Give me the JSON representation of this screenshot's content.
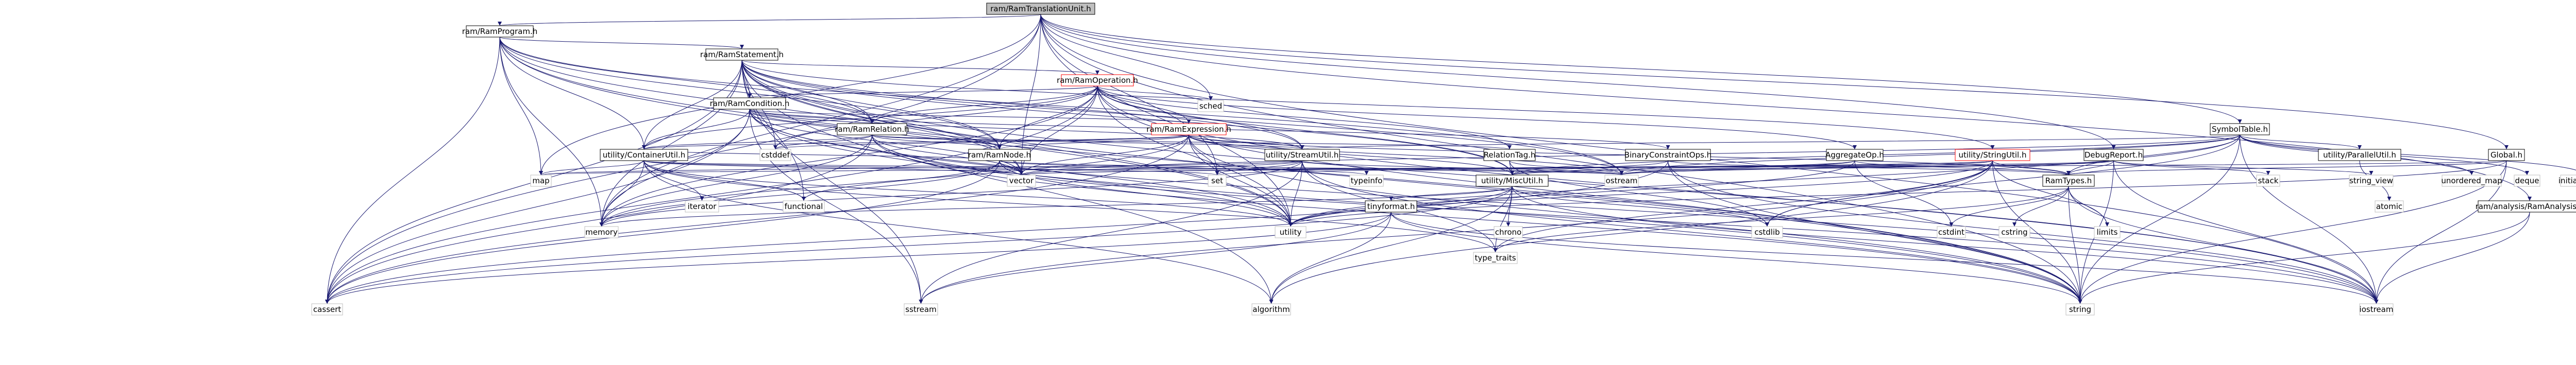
{
  "colors": {
    "edge": "#191970",
    "highlight_fill": "#bfbfbf",
    "truncated_border": "#ff0000",
    "system_border": "#bfbfbf"
  },
  "nodes": [
    {
      "id": "stmtIO",
      "label": "ram/RamTranslationUnit.h",
      "kind": "hl"
    },
    {
      "id": "program",
      "label": "ram/RamProgram.h",
      "kind": "nm"
    },
    {
      "id": "statement",
      "label": "ram/RamStatement.h",
      "kind": "nm"
    },
    {
      "id": "operation",
      "label": "ram/RamOperation.h",
      "kind": "red"
    },
    {
      "id": "condition",
      "label": "ram/RamCondition.h",
      "kind": "nm"
    },
    {
      "id": "expression",
      "label": "ram/RamExpression.h",
      "kind": "red"
    },
    {
      "id": "relation",
      "label": "ram/RamRelation.h",
      "kind": "nm"
    },
    {
      "id": "ramnode",
      "label": "ram/RamNode.h",
      "kind": "nm"
    },
    {
      "id": "container",
      "label": "utility/ContainerUtil.h",
      "kind": "nm"
    },
    {
      "id": "streamutil",
      "label": "utility/StreamUtil.h",
      "kind": "nm"
    },
    {
      "id": "reltag",
      "label": "RelationTag.h",
      "kind": "nm"
    },
    {
      "id": "binop",
      "label": "BinaryConstraintOps.h",
      "kind": "nm"
    },
    {
      "id": "aggop",
      "label": "AggregateOp.h",
      "kind": "nm"
    },
    {
      "id": "stringutil",
      "label": "utility/StringUtil.h",
      "kind": "red"
    },
    {
      "id": "debug",
      "label": "DebugReport.h",
      "kind": "nm"
    },
    {
      "id": "symtab",
      "label": "SymbolTable.h",
      "kind": "nm"
    },
    {
      "id": "parallel",
      "label": "utility/ParallelUtil.h",
      "kind": "nm"
    },
    {
      "id": "global",
      "label": "Global.h",
      "kind": "nm"
    },
    {
      "id": "analysis",
      "label": "ram/analysis/RamAnalysis.h",
      "kind": "nm"
    },
    {
      "id": "miscutil",
      "label": "utility/MiscUtil.h",
      "kind": "nm"
    },
    {
      "id": "ramtypes",
      "label": "RamTypes.h",
      "kind": "nm"
    },
    {
      "id": "tinyformat",
      "label": "tinyformat.h",
      "kind": "nm"
    },
    {
      "id": "cassert",
      "label": "cassert",
      "kind": "ext"
    },
    {
      "id": "memory",
      "label": "memory",
      "kind": "ext"
    },
    {
      "id": "map",
      "label": "map",
      "kind": "ext"
    },
    {
      "id": "iterator",
      "label": "iterator",
      "kind": "ext"
    },
    {
      "id": "functional",
      "label": "functional",
      "kind": "ext"
    },
    {
      "id": "sstream",
      "label": "sstream",
      "kind": "ext"
    },
    {
      "id": "algorithm",
      "label": "algorithm",
      "kind": "ext"
    },
    {
      "id": "vector",
      "label": "vector",
      "kind": "ext"
    },
    {
      "id": "set",
      "label": "set",
      "kind": "ext"
    },
    {
      "id": "utility",
      "label": "utility",
      "kind": "ext"
    },
    {
      "id": "typeinfo",
      "label": "typeinfo",
      "kind": "ext"
    },
    {
      "id": "type_traits",
      "label": "type_traits",
      "kind": "ext"
    },
    {
      "id": "chrono",
      "label": "chrono",
      "kind": "ext"
    },
    {
      "id": "ostream",
      "label": "ostream",
      "kind": "ext"
    },
    {
      "id": "cstdlib",
      "label": "cstdlib",
      "kind": "ext"
    },
    {
      "id": "cstdint",
      "label": "cstdint",
      "kind": "ext"
    },
    {
      "id": "cstring",
      "label": "cstring",
      "kind": "ext"
    },
    {
      "id": "string",
      "label": "string",
      "kind": "ext"
    },
    {
      "id": "limits",
      "label": "limits",
      "kind": "ext"
    },
    {
      "id": "iostream",
      "label": "iostream",
      "kind": "ext"
    },
    {
      "id": "cstddef",
      "label": "cstddef",
      "kind": "ext"
    },
    {
      "id": "stack",
      "label": "stack",
      "kind": "ext"
    },
    {
      "id": "string_view",
      "label": "string_view",
      "kind": "ext"
    },
    {
      "id": "atomic",
      "label": "atomic",
      "kind": "ext"
    },
    {
      "id": "unordered_map",
      "label": "unordered_map",
      "kind": "ext"
    },
    {
      "id": "deque",
      "label": "deque",
      "kind": "ext"
    },
    {
      "id": "initializer_list",
      "label": "initializer_list",
      "kind": "ext"
    },
    {
      "id": "vsched",
      "label": "sched",
      "kind": "ext"
    }
  ],
  "edges": [
    [
      "stmtIO",
      "program"
    ],
    [
      "stmtIO",
      "debug"
    ],
    [
      "stmtIO",
      "symtab"
    ],
    [
      "stmtIO",
      "global"
    ],
    [
      "stmtIO",
      "analysis"
    ],
    [
      "stmtIO",
      "cassert"
    ],
    [
      "stmtIO",
      "memory"
    ],
    [
      "stmtIO",
      "map"
    ],
    [
      "stmtIO",
      "iostream"
    ],
    [
      "stmtIO",
      "string"
    ],
    [
      "stmtIO",
      "vector"
    ],
    [
      "stmtIO",
      "utility"
    ],
    [
      "stmtIO",
      "set"
    ],
    [
      "stmtIO",
      "vsched"
    ],
    [
      "program",
      "statement"
    ],
    [
      "program",
      "relation"
    ],
    [
      "program",
      "ramnode"
    ],
    [
      "program",
      "container"
    ],
    [
      "program",
      "cassert"
    ],
    [
      "program",
      "memory"
    ],
    [
      "program",
      "map"
    ],
    [
      "program",
      "string"
    ],
    [
      "program",
      "utility"
    ],
    [
      "program",
      "vector"
    ],
    [
      "program",
      "ostream"
    ],
    [
      "statement",
      "operation"
    ],
    [
      "statement",
      "condition"
    ],
    [
      "statement",
      "relation"
    ],
    [
      "statement",
      "ramnode"
    ],
    [
      "statement",
      "container"
    ],
    [
      "statement",
      "streamutil"
    ],
    [
      "statement",
      "miscutil"
    ],
    [
      "statement",
      "stringutil"
    ],
    [
      "statement",
      "cassert"
    ],
    [
      "statement",
      "memory"
    ],
    [
      "statement",
      "cstddef"
    ],
    [
      "statement",
      "utility"
    ],
    [
      "statement",
      "vector"
    ],
    [
      "statement",
      "ostream"
    ],
    [
      "statement",
      "string"
    ],
    [
      "statement",
      "functional"
    ],
    [
      "statement",
      "sstream"
    ],
    [
      "statement",
      "algorithm"
    ],
    [
      "statement",
      "iostream"
    ],
    [
      "operation",
      "expression"
    ],
    [
      "operation",
      "condition"
    ],
    [
      "operation",
      "relation"
    ],
    [
      "operation",
      "ramnode"
    ],
    [
      "operation",
      "container"
    ],
    [
      "operation",
      "streamutil"
    ],
    [
      "operation",
      "miscutil"
    ],
    [
      "operation",
      "aggop"
    ],
    [
      "operation",
      "reltag"
    ],
    [
      "operation",
      "cassert"
    ],
    [
      "operation",
      "cstddef"
    ],
    [
      "operation",
      "vector"
    ],
    [
      "operation",
      "iostream"
    ],
    [
      "operation",
      "string"
    ],
    [
      "operation",
      "utility"
    ],
    [
      "operation",
      "memory"
    ],
    [
      "operation",
      "vsched"
    ],
    [
      "condition",
      "expression"
    ],
    [
      "condition",
      "relation"
    ],
    [
      "condition",
      "ramnode"
    ],
    [
      "condition",
      "container"
    ],
    [
      "condition",
      "streamutil"
    ],
    [
      "condition",
      "binop"
    ],
    [
      "condition",
      "cassert"
    ],
    [
      "condition",
      "memory"
    ],
    [
      "condition",
      "sstream"
    ],
    [
      "condition",
      "string"
    ],
    [
      "condition",
      "utility"
    ],
    [
      "condition",
      "vector"
    ],
    [
      "condition",
      "iostream"
    ],
    [
      "expression",
      "ramnode"
    ],
    [
      "expression",
      "container"
    ],
    [
      "expression",
      "streamutil"
    ],
    [
      "expression",
      "miscutil"
    ],
    [
      "expression",
      "ramtypes"
    ],
    [
      "expression",
      "cassert"
    ],
    [
      "expression",
      "cstddef"
    ],
    [
      "expression",
      "memory"
    ],
    [
      "expression",
      "string"
    ],
    [
      "expression",
      "utility"
    ],
    [
      "expression",
      "vector"
    ],
    [
      "expression",
      "ostream"
    ],
    [
      "expression",
      "set"
    ],
    [
      "relation",
      "ramnode"
    ],
    [
      "relation",
      "reltag"
    ],
    [
      "relation",
      "container"
    ],
    [
      "relation",
      "streamutil"
    ],
    [
      "relation",
      "cassert"
    ],
    [
      "relation",
      "cstddef"
    ],
    [
      "relation",
      "memory"
    ],
    [
      "relation",
      "string"
    ],
    [
      "relation",
      "utility"
    ],
    [
      "relation",
      "vector"
    ],
    [
      "relation",
      "iostream"
    ],
    [
      "ramnode",
      "container"
    ],
    [
      "ramnode",
      "functional"
    ],
    [
      "ramnode",
      "memory"
    ],
    [
      "ramnode",
      "typeinfo"
    ],
    [
      "ramnode",
      "vector"
    ],
    [
      "ramnode",
      "cassert"
    ],
    [
      "ramnode",
      "ostream"
    ],
    [
      "ramnode",
      "utility"
    ],
    [
      "container",
      "memory"
    ],
    [
      "container",
      "map"
    ],
    [
      "container",
      "iterator"
    ],
    [
      "container",
      "functional"
    ],
    [
      "container",
      "algorithm"
    ],
    [
      "container",
      "vector"
    ],
    [
      "container",
      "set"
    ],
    [
      "container",
      "utility"
    ],
    [
      "container",
      "type_traits"
    ],
    [
      "container",
      "ostream"
    ],
    [
      "streamutil",
      "ostream"
    ],
    [
      "streamutil",
      "map"
    ],
    [
      "streamutil",
      "set"
    ],
    [
      "streamutil",
      "vector"
    ],
    [
      "streamutil",
      "memory"
    ],
    [
      "streamutil",
      "string"
    ],
    [
      "streamutil",
      "utility"
    ],
    [
      "streamutil",
      "type_traits"
    ],
    [
      "streamutil",
      "sstream"
    ],
    [
      "reltag",
      "miscutil"
    ],
    [
      "reltag",
      "ostream"
    ],
    [
      "reltag",
      "cstdlib"
    ],
    [
      "binop",
      "miscutil"
    ],
    [
      "binop",
      "ramtypes"
    ],
    [
      "binop",
      "iostream"
    ],
    [
      "binop",
      "cassert"
    ],
    [
      "binop",
      "string"
    ],
    [
      "aggop",
      "ramtypes"
    ],
    [
      "aggop",
      "miscutil"
    ],
    [
      "aggop",
      "cstdint"
    ],
    [
      "aggop",
      "ostream"
    ],
    [
      "aggop",
      "utility"
    ],
    [
      "stringutil",
      "ramtypes"
    ],
    [
      "stringutil",
      "algorithm"
    ],
    [
      "stringutil",
      "cstdlib"
    ],
    [
      "stringutil",
      "fstream"
    ],
    [
      "stringutil",
      "limits"
    ],
    [
      "stringutil",
      "sstream"
    ],
    [
      "stringutil",
      "stdexcept"
    ],
    [
      "stringutil",
      "string"
    ],
    [
      "stringutil",
      "type_traits"
    ],
    [
      "stringutil",
      "vector"
    ],
    [
      "stringutil",
      "set"
    ],
    [
      "stringutil",
      "utility"
    ],
    [
      "stringutil",
      "ostream"
    ],
    [
      "miscutil",
      "tinyformat"
    ],
    [
      "miscutil",
      "iostream"
    ],
    [
      "miscutil",
      "chrono"
    ],
    [
      "miscutil",
      "utility"
    ],
    [
      "miscutil",
      "memory"
    ],
    [
      "miscutil",
      "type_traits"
    ],
    [
      "miscutil",
      "cassert"
    ],
    [
      "miscutil",
      "cstdlib"
    ],
    [
      "miscutil",
      "algorithm"
    ],
    [
      "tinyformat",
      "cassert"
    ],
    [
      "tinyformat",
      "iostream"
    ],
    [
      "tinyformat",
      "sstream"
    ],
    [
      "tinyformat",
      "string"
    ],
    [
      "tinyformat",
      "algorithm"
    ],
    [
      "ramtypes",
      "cstdint"
    ],
    [
      "ramtypes",
      "cstring"
    ],
    [
      "ramtypes",
      "iostream"
    ],
    [
      "ramtypes",
      "limits"
    ],
    [
      "ramtypes",
      "type_traits"
    ],
    [
      "ramtypes",
      "string"
    ],
    [
      "debug",
      "stack"
    ],
    [
      "debug",
      "string_view"
    ],
    [
      "debug",
      "miscutil"
    ],
    [
      "debug",
      "ostream"
    ],
    [
      "debug",
      "string"
    ],
    [
      "debug",
      "vector"
    ],
    [
      "debug",
      "iostream"
    ],
    [
      "debug",
      "ramtypes"
    ],
    [
      "symtab",
      "parallel"
    ],
    [
      "symtab",
      "streamutil"
    ],
    [
      "symtab",
      "miscutil"
    ],
    [
      "symtab",
      "ramtypes"
    ],
    [
      "symtab",
      "unordered_map"
    ],
    [
      "symtab",
      "deque"
    ],
    [
      "symtab",
      "initializer_list"
    ],
    [
      "symtab",
      "iostream"
    ],
    [
      "symtab",
      "string"
    ],
    [
      "symtab",
      "vector"
    ],
    [
      "symtab",
      "utility"
    ],
    [
      "symtab",
      "ostream"
    ],
    [
      "symtab",
      "cstdlib"
    ],
    [
      "parallel",
      "atomic"
    ],
    [
      "global",
      "ramtypes"
    ],
    [
      "global",
      "iostream"
    ],
    [
      "global",
      "string"
    ],
    [
      "global",
      "map"
    ],
    [
      "global",
      "utility"
    ],
    [
      "analysis",
      "iostream"
    ],
    [
      "analysis",
      "string"
    ]
  ]
}
